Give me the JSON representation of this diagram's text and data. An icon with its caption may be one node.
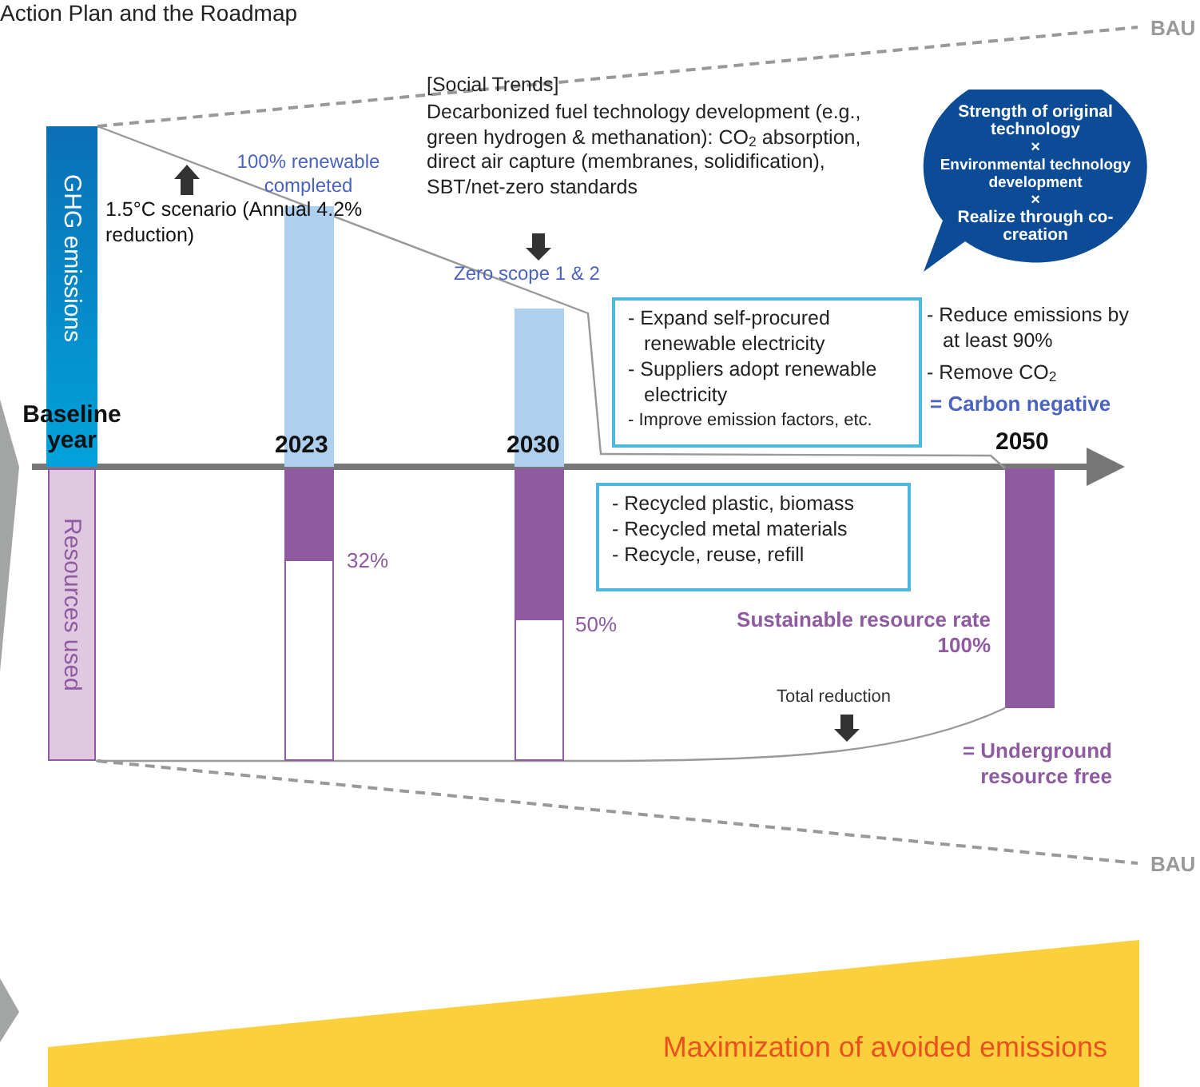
{
  "diagram": {
    "title": "Action Plan and the Roadmap",
    "nodes": [
      {
        "text": [
          "GHG emissions"
        ]
      },
      {
        "text": [],
        "shape": "bar"
      },
      {
        "text": [],
        "shape": "bar"
      },
      {
        "text": [
          "Strength of original technology",
          "×",
          "Environmental technology development",
          "×",
          "Realize through co-creation"
        ]
      },
      {
        "text": [
          "- Expand self-procured renewable electricity",
          "- Suppliers adopt renewable electricity",
          "- Improve emission factors, etc."
        ]
      },
      {
        "text": [
          "Resources used"
        ]
      },
      {
        "text": [],
        "shape": "bar"
      },
      {
        "text": [],
        "shape": "bar"
      },
      {
        "text": [
          "- Recycled plastic, biomass",
          "- Recycled metal materials",
          "- Recycle, reuse, refill"
        ]
      },
      {
        "text": [],
        "shape": "bar"
      },
      {
        "text": [
          "Maximization of avoided emissions"
        ]
      }
    ],
    "edges": [
      {
        "from": 0,
        "to": 9,
        "arrow": "none"
      },
      {
        "from": 5,
        "to": 9,
        "arrow": "none"
      }
    ],
    "labels": [
      "BAU",
      "[Social Trends]",
      "Decarbonized fuel technology development (e.g., green hydrogen & methanation): CO$_{2}$ absorption, direct air capture (membranes, solidification), SBT/net-zero standards",
      "100% renewable completed",
      "1.5°C scenario (Annual 4.2% reduction)",
      "Zero scope 1 & 2",
      "- Reduce emissions by at least 90%",
      "- Remove CO$_{2}$",
      "= Carbon negative",
      "Baseline year",
      "2023",
      "2030",
      "2050",
      "32%",
      "50%",
      "Sustainable resource rate 100%",
      "Total reduction",
      "= Underground resource free",
      "BAU"
    ]
  }
}
